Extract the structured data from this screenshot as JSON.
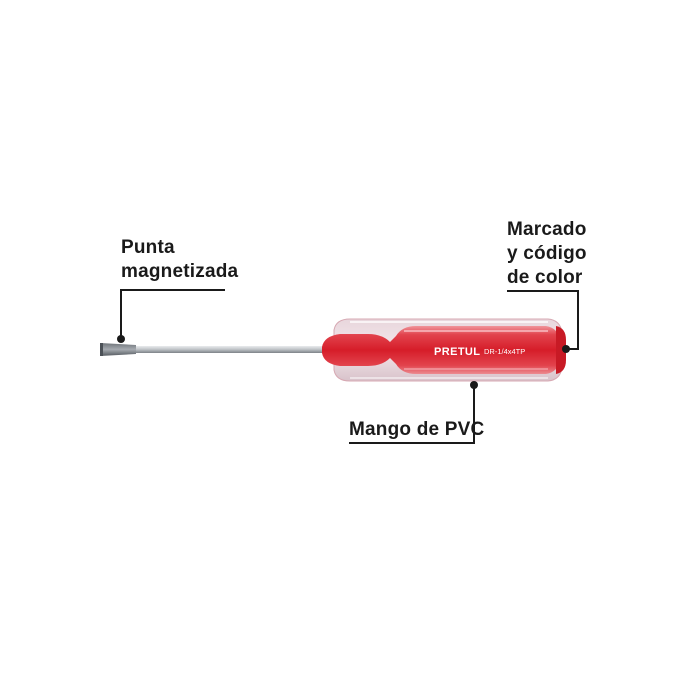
{
  "callouts": {
    "tip": {
      "line1": "Punta",
      "line2": "magnetizada"
    },
    "marking": {
      "line1": "Marcado",
      "line2": "y código",
      "line3": "de color"
    },
    "handle": {
      "line1": "Mango de PVC"
    }
  },
  "product": {
    "brand": "PRETUL",
    "model_code": "DR-1/4x4TP"
  },
  "colors": {
    "handle_red": "#d8202c",
    "shaft_steel": "#b8bcc0",
    "callout_line": "#1a1a1a"
  }
}
